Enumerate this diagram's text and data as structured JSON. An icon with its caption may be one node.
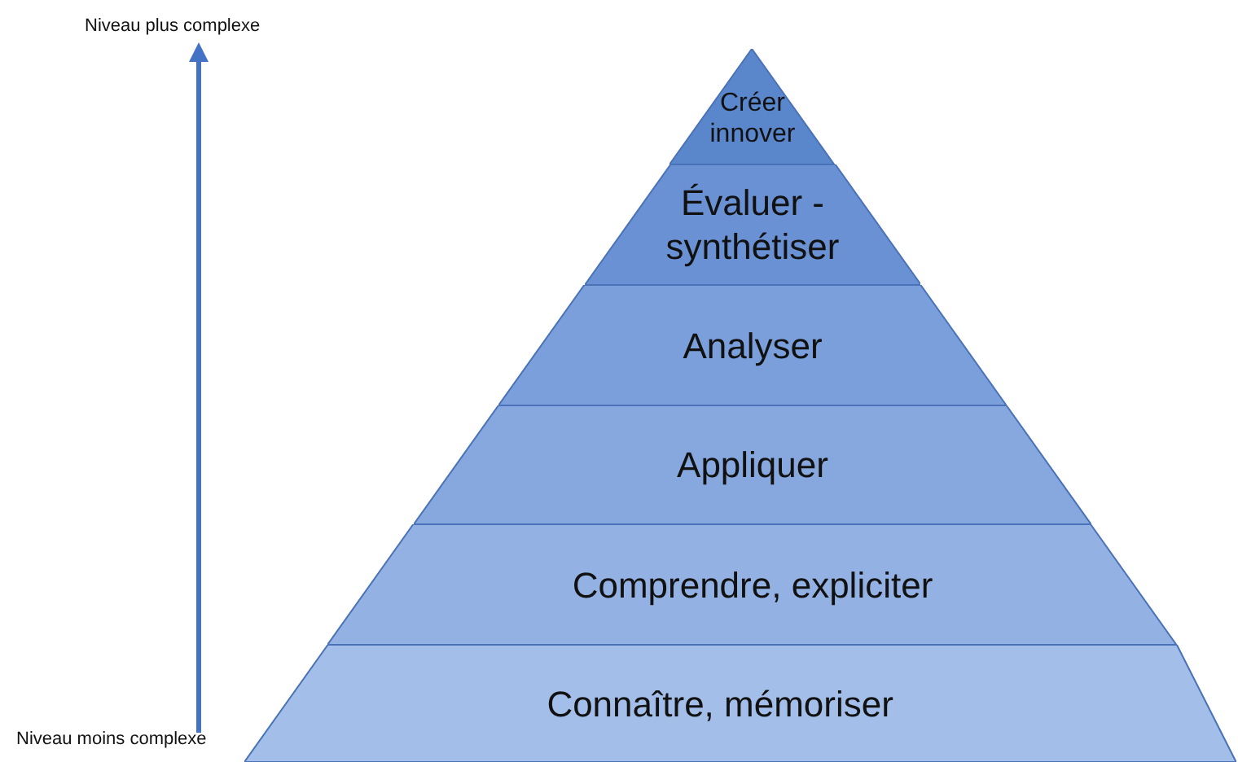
{
  "diagram": {
    "nodes": [
      {
        "text": [
          "Créer innover"
        ]
      },
      {
        "text": [
          "Évaluer - synthétiser"
        ]
      },
      {
        "text": [
          "Analyser"
        ]
      },
      {
        "text": [
          "Appliquer"
        ]
      },
      {
        "text": [
          "Comprendre, expliciter"
        ]
      },
      {
        "text": [
          "Connaître, mémoriser"
        ]
      }
    ],
    "labels": [
      "Niveau plus complexe",
      "Niveau moins complexe"
    ]
  }
}
